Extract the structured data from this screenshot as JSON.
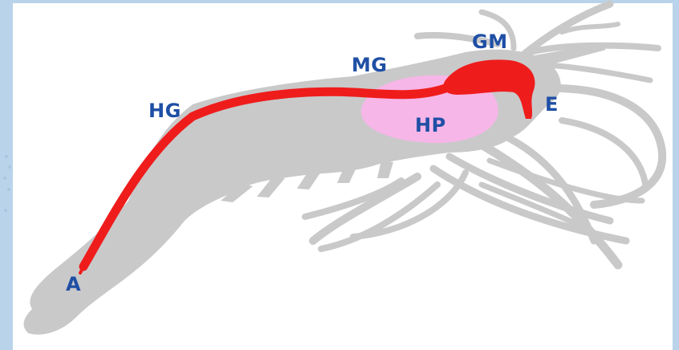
{
  "colors": {
    "background_outer": "#b9d4ea",
    "panel": "#ffffff",
    "body": "#c9c9ca",
    "gut": "#ef1c1c",
    "hepatopancreas": "#f6b6e7",
    "label": "#1f4fa5"
  },
  "labels": {
    "hg": "HG",
    "mg": "MG",
    "gm": "GM",
    "hp": "HP",
    "e": "E",
    "a": "A"
  }
}
